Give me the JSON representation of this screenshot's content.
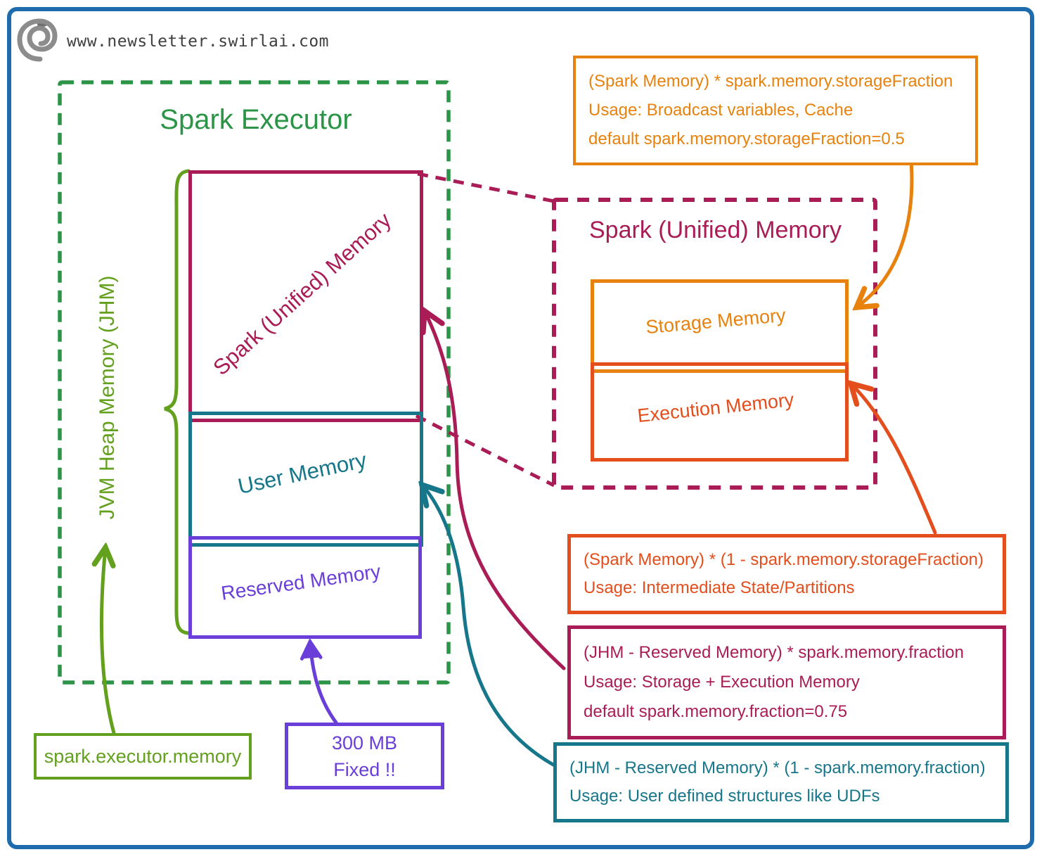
{
  "header": {
    "site_url": "www.newsletter.swirlai.com"
  },
  "executor": {
    "title": "Spark Executor",
    "jhm_label": "JVM Heap Memory (JHM)",
    "unified_label": "Spark (Unified) Memory",
    "user_label": "User Memory",
    "reserved_label": "Reserved Memory"
  },
  "callouts": {
    "executor_memory": "spark.executor.memory",
    "fixed_line1": "300 MB",
    "fixed_line2": "Fixed !!"
  },
  "detail": {
    "title": "Spark (Unified) Memory",
    "storage_label": "Storage Memory",
    "execution_label": "Execution Memory"
  },
  "notes": {
    "storage": {
      "l1": "(Spark Memory) * spark.memory.storageFraction",
      "l2": "Usage: Broadcast variables, Cache",
      "l3": "default spark.memory.storageFraction=0.5"
    },
    "execution": {
      "l1": "(Spark Memory) * (1 - spark.memory.storageFraction)",
      "l2": "Usage: Intermediate State/Partitions"
    },
    "fraction": {
      "l1": "(JHM - Reserved Memory) * spark.memory.fraction",
      "l2": "Usage: Storage + Execution Memory",
      "l3": "default spark.memory.fraction=0.75"
    },
    "user": {
      "l1": "(JHM - Reserved Memory) * (1 - spark.memory.fraction)",
      "l2": "Usage: User defined structures like UDFs"
    }
  },
  "colors": {
    "frame_blue": "#1E6CAE",
    "executor_green": "#2B9447",
    "jhm_green": "#63A01E",
    "crimson": "#A91C55",
    "teal": "#16768A",
    "purple": "#6A3ED8",
    "orange": "#E8820F",
    "red_orange": "#E34E1C",
    "url_text": "#3F3F3F",
    "logo_gray": "#8C8C8C"
  }
}
